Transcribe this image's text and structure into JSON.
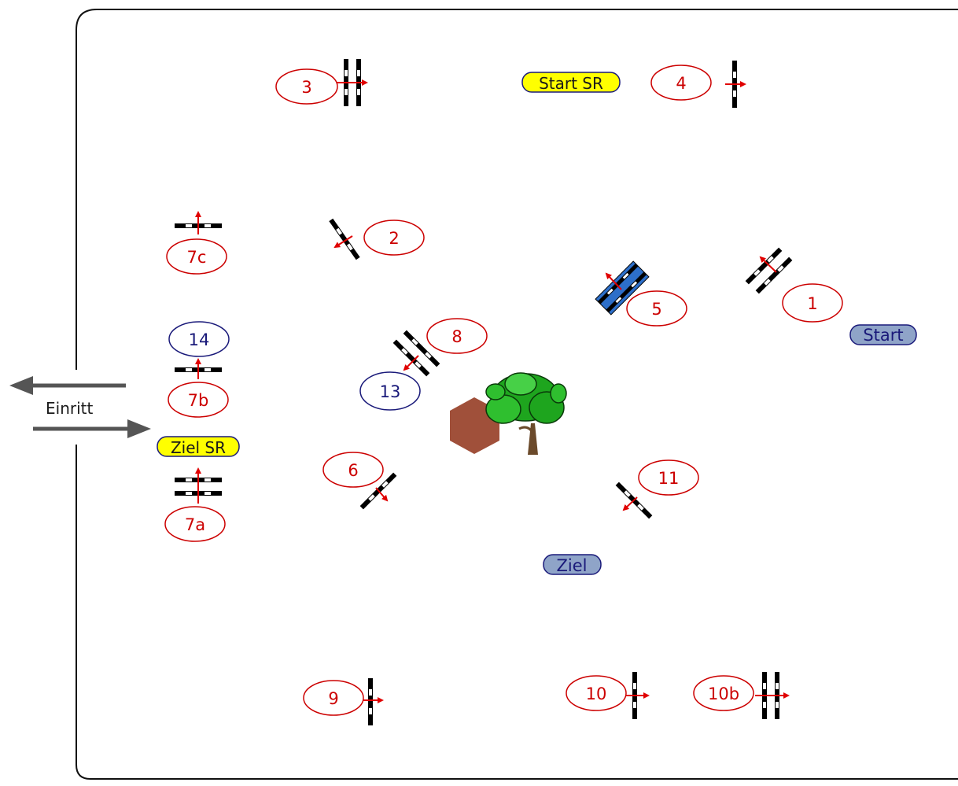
{
  "labels": {
    "start": "Start",
    "ziel": "Ziel",
    "start_sr": "Start SR",
    "ziel_sr": "Ziel SR",
    "einritt": "Einritt"
  },
  "obstacles": {
    "n1": "1",
    "n2": "2",
    "n3": "3",
    "n4": "4",
    "n5": "5",
    "n6": "6",
    "n7a": "7a",
    "n7b": "7b",
    "n7c": "7c",
    "n8": "8",
    "n9": "9",
    "n10": "10",
    "n10b": "10b",
    "n11": "11",
    "n13": "13",
    "n14": "14"
  },
  "colors": {
    "fence_red": "#cc0000",
    "fence_blue": "#1a1a7a",
    "marker_yellow": "#ffff00",
    "marker_blue_fill": "#8fa4c8",
    "water_blue": "#2d6fc9",
    "arrow_gray": "#555555",
    "hexagon": "#a0503a"
  },
  "icons": {
    "tree": "tree-icon",
    "hexagon": "hexagon-obstacle"
  }
}
